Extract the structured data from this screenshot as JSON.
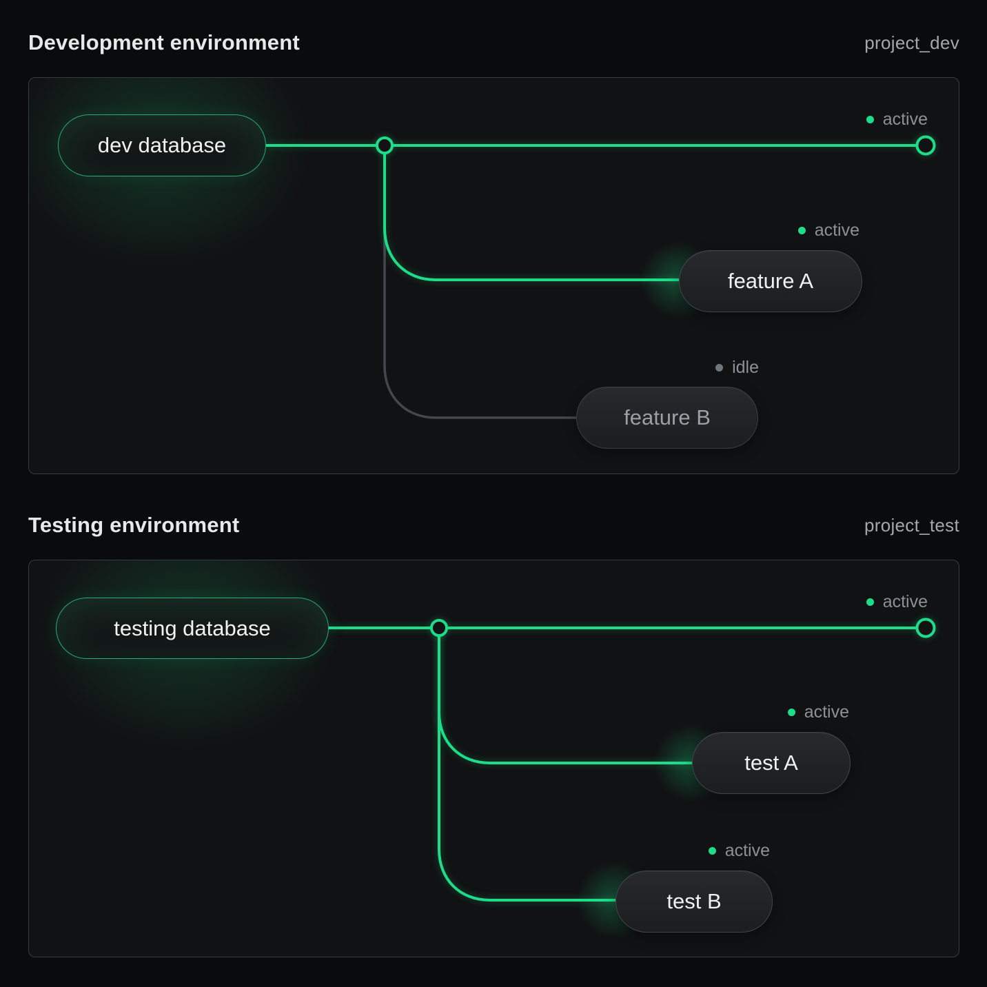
{
  "colors": {
    "active_green": "#1edd8a",
    "idle_gray": "#70777d",
    "panel_border": "#393c3f",
    "background": "#0a0b0c"
  },
  "panels": [
    {
      "title": "Development environment",
      "project": "project_dev",
      "main": {
        "label": "dev database",
        "status": "active"
      },
      "branches": [
        {
          "label": "feature A",
          "status": "active"
        },
        {
          "label": "feature B",
          "status": "idle"
        }
      ]
    },
    {
      "title": "Testing environment",
      "project": "project_test",
      "main": {
        "label": "testing database",
        "status": "active"
      },
      "branches": [
        {
          "label": "test A",
          "status": "active"
        },
        {
          "label": "test B",
          "status": "active"
        }
      ]
    }
  ]
}
